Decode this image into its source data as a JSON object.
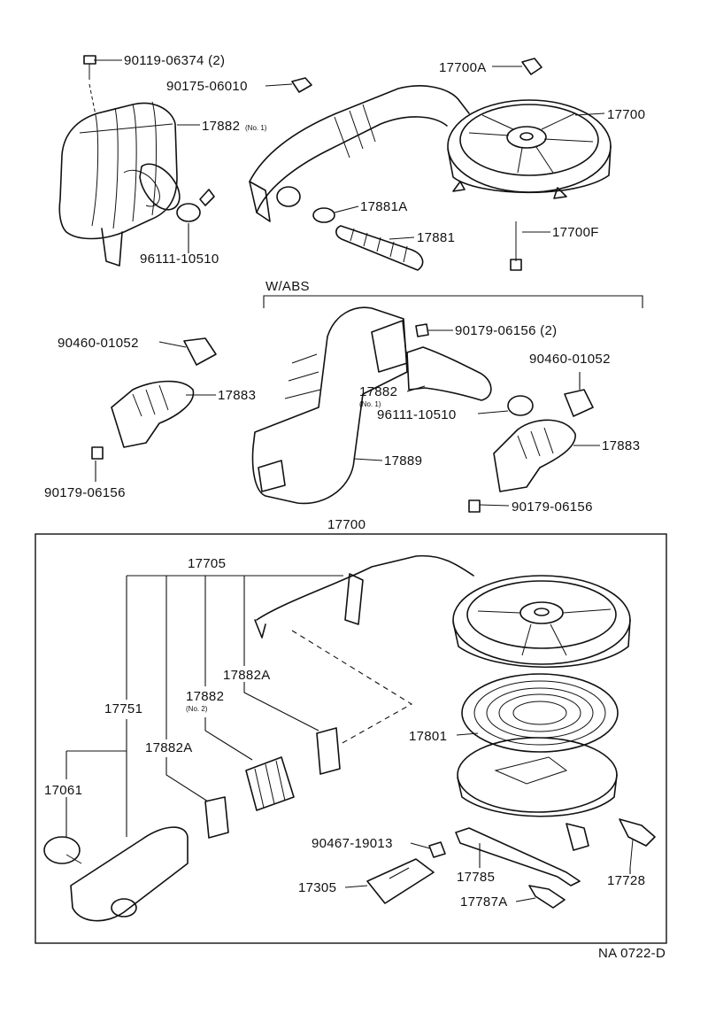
{
  "diagram": {
    "code": "NA 0722-D",
    "section_abs": "W/ABS",
    "box_label": "17700",
    "labels": {
      "p90119": "90119-06374 (2)",
      "p90175": "90175-06010",
      "p17882_top": "17882",
      "no1": "(No. 1)",
      "p96111_top": "96111-10510",
      "p17700A": "17700A",
      "p17700": "17700",
      "p17881A": "17881A",
      "p17881": "17881",
      "p17700F": "17700F",
      "p90460_l": "90460-01052",
      "p17883_l": "17883",
      "p90179_l": "90179-06156",
      "p90179_2": "90179-06156 (2)",
      "p17882_abs": "17882",
      "no1b": "(No. 1)",
      "p96111_abs": "96111-10510",
      "p17889": "17889",
      "p90460_r": "90460-01052",
      "p17883_r": "17883",
      "p90179_r": "90179-06156",
      "p17705": "17705",
      "p17882A_1": "17882A",
      "p17882_no2": "17882",
      "no2": "(No. 2)",
      "p17751": "17751",
      "p17882A_2": "17882A",
      "p17801": "17801",
      "p17061": "17061",
      "p90467": "90467-19013",
      "p17785": "17785",
      "p17728": "17728",
      "p17305": "17305",
      "p17787A": "17787A"
    }
  }
}
